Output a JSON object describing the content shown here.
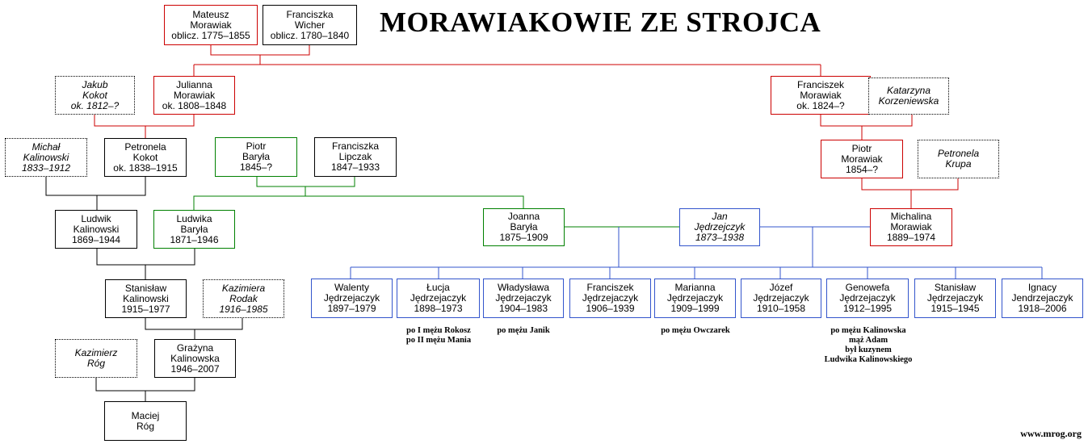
{
  "title": "MORAWIAKOWIE ZE STROJCA",
  "footer": "www.mrog.org",
  "colors": {
    "red": "#cc0000",
    "green": "#008000",
    "blue": "#3355cc",
    "black": "#000000"
  },
  "people": {
    "mateusz": [
      "Mateusz",
      "Morawiak",
      "oblicz. 1775–1855"
    ],
    "franciszka_w": [
      "Franciszka",
      "Wicher",
      "oblicz. 1780–1840"
    ],
    "jakub": [
      "Jakub",
      "Kokot",
      "ok. 1812–?"
    ],
    "julianna": [
      "Julianna",
      "Morawiak",
      "ok. 1808–1848"
    ],
    "franciszek_m": [
      "Franciszek",
      "Morawiak",
      "ok. 1824–?"
    ],
    "katarzyna": [
      "Katarzyna",
      "Korzeniewska"
    ],
    "michal": [
      "Michał",
      "Kalinowski",
      "1833–1912"
    ],
    "petronela_k": [
      "Petronela",
      "Kokot",
      "ok. 1838–1915"
    ],
    "piotr_b": [
      "Piotr",
      "Baryła",
      "1845–?"
    ],
    "franciszka_l": [
      "Franciszka",
      "Lipczak",
      "1847–1933"
    ],
    "piotr_m": [
      "Piotr",
      "Morawiak",
      "1854–?"
    ],
    "petronela_krupa": [
      "Petronela",
      "Krupa"
    ],
    "ludwik": [
      "Ludwik",
      "Kalinowski",
      "1869–1944"
    ],
    "ludwika": [
      "Ludwika",
      "Baryła",
      "1871–1946"
    ],
    "joanna": [
      "Joanna",
      "Baryła",
      "1875–1909"
    ],
    "jan": [
      "Jan",
      "Jędrzejczyk",
      "1873–1938"
    ],
    "michalina": [
      "Michalina",
      "Morawiak",
      "1889–1974"
    ],
    "walenty": [
      "Walenty",
      "Jędrzejaczyk",
      "1897–1979"
    ],
    "lucja": [
      "Łucja",
      "Jędrzejaczyk",
      "1898–1973"
    ],
    "wladyslawa": [
      "Władysława",
      "Jędrzejaczyk",
      "1904–1983"
    ],
    "franciszek_j": [
      "Franciszek",
      "Jędrzejaczyk",
      "1906–1939"
    ],
    "marianna": [
      "Marianna",
      "Jędrzejaczyk",
      "1909–1999"
    ],
    "jozef": [
      "Józef",
      "Jędrzejaczyk",
      "1910–1958"
    ],
    "genowefa": [
      "Genowefa",
      "Jędrzejaczyk",
      "1912–1995"
    ],
    "stanislaw_j": [
      "Stanisław",
      "Jędrzejaczyk",
      "1915–1945"
    ],
    "ignacy": [
      "Ignacy",
      "Jendrzejaczyk",
      "1918–2006"
    ],
    "stanislaw_k": [
      "Stanisław",
      "Kalinowski",
      "1915–1977"
    ],
    "kazimiera": [
      "Kazimiera",
      "Rodak",
      "1916–1985"
    ],
    "kazimierz": [
      "Kazimierz",
      "Róg"
    ],
    "grazyna": [
      "Grażyna",
      "Kalinowska",
      "1946–2007"
    ],
    "maciej": [
      "Maciej",
      "Róg"
    ]
  },
  "notes": {
    "lucja": [
      "po I mężu Rokosz",
      "po II mężu Mania"
    ],
    "wladyslawa": [
      "po mężu Janik"
    ],
    "marianna": [
      "po mężu Owczarek"
    ],
    "genowefa": [
      "po mężu Kalinowska",
      "mąż Adam",
      "był kuzynem",
      "Ludwika Kalinowskiego"
    ]
  }
}
